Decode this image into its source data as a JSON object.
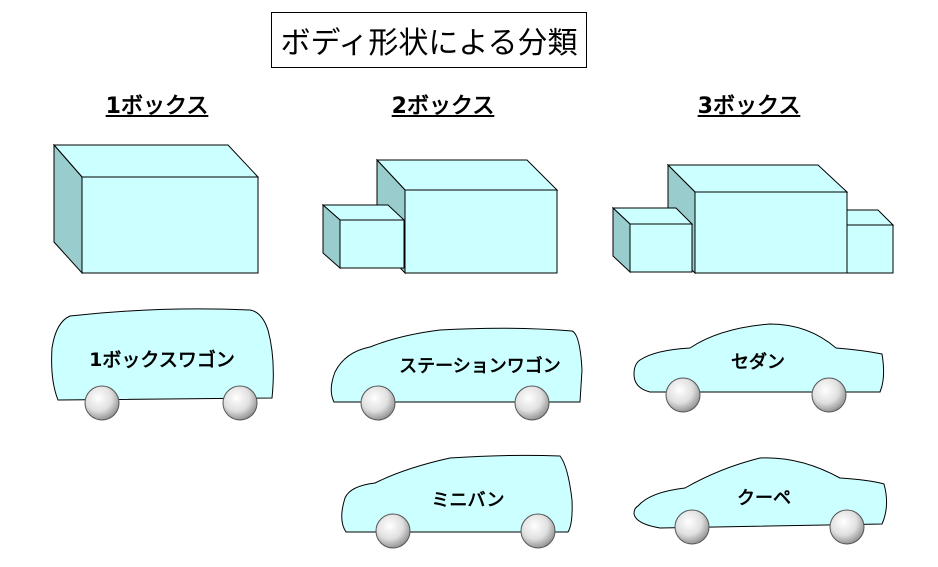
{
  "title": "ボディ形状による分類",
  "columns": [
    {
      "heading": "1ボックス"
    },
    {
      "heading": "2ボックス"
    },
    {
      "heading": "3ボックス"
    }
  ],
  "cars": {
    "one_box_wagon": "1ボックスワゴン",
    "station_wagon": "ステーションワゴン",
    "sedan": "セダン",
    "minivan": "ミニバン",
    "coupe": "クーペ"
  },
  "colors": {
    "box_fill": "#ccffff",
    "box_side": "#99cccc",
    "stroke": "#000000",
    "wheel_outer": "#999999",
    "wheel_inner": "#ffffff"
  }
}
